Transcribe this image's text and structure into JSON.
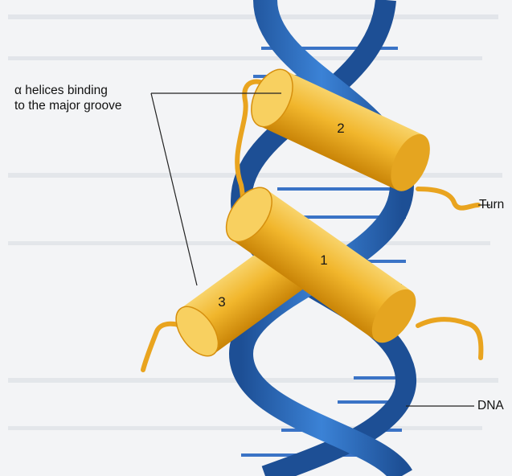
{
  "labels": {
    "alpha_helices_line1": "α helices binding",
    "alpha_helices_line2": "to the major groove",
    "turn": "Turn",
    "dna": "DNA"
  },
  "helix_numbers": [
    "1",
    "2",
    "3"
  ],
  "colors": {
    "background": "#f3f4f6",
    "dna_strand": "#2e6fc4",
    "dna_strand_dark": "#1d4f95",
    "base_pair": "#3a73c6",
    "helix_cylinder": "#f1b62c",
    "helix_cylinder_dark": "#d68f0e",
    "helix_cap": "#f8d060",
    "leader_line": "#222222"
  }
}
